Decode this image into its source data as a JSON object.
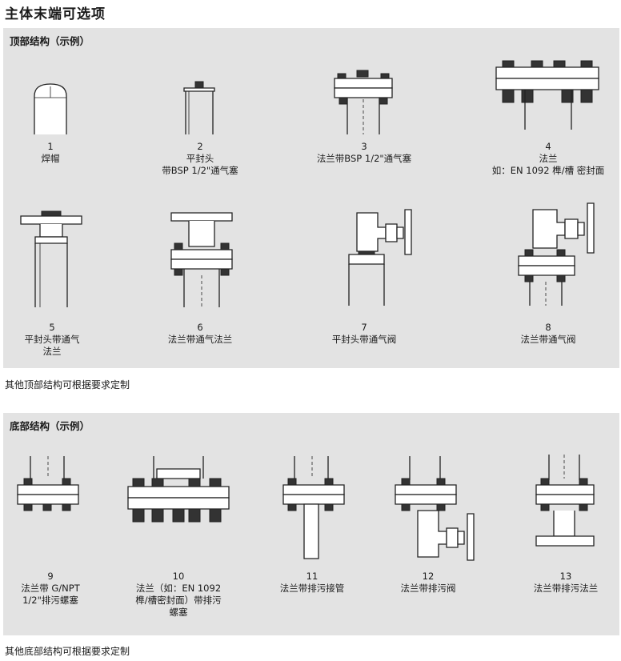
{
  "page_title": "主体末端可选项",
  "top_section": {
    "title": "顶部结构（示例）",
    "note": "其他顶部结构可根据要求定制",
    "items": [
      {
        "number": "1",
        "caption": "焊帽"
      },
      {
        "number": "2",
        "caption": "平封头\n带BSP 1/2\"通气塞"
      },
      {
        "number": "3",
        "caption": "法兰带BSP 1/2\"通气塞"
      },
      {
        "number": "4",
        "caption": "法兰\n如：EN 1092 榫/槽 密封面"
      },
      {
        "number": "5",
        "caption": "平封头带通气\n法兰"
      },
      {
        "number": "6",
        "caption": "法兰带通气法兰"
      },
      {
        "number": "7",
        "caption": "平封头带通气阀"
      },
      {
        "number": "8",
        "caption": "法兰带通气阀"
      }
    ]
  },
  "bottom_section": {
    "title": "底部结构（示例）",
    "note": "其他底部结构可根据要求定制",
    "items": [
      {
        "number": "9",
        "caption": "法兰带 G/NPT\n1/2\"排污螺塞"
      },
      {
        "number": "10",
        "caption": "法兰（如：EN 1092\n榫/槽密封面）带排污\n螺塞"
      },
      {
        "number": "11",
        "caption": "法兰带排污接管"
      },
      {
        "number": "12",
        "caption": "法兰带排污阀"
      },
      {
        "number": "13",
        "caption": "法兰带排污法兰"
      }
    ]
  }
}
